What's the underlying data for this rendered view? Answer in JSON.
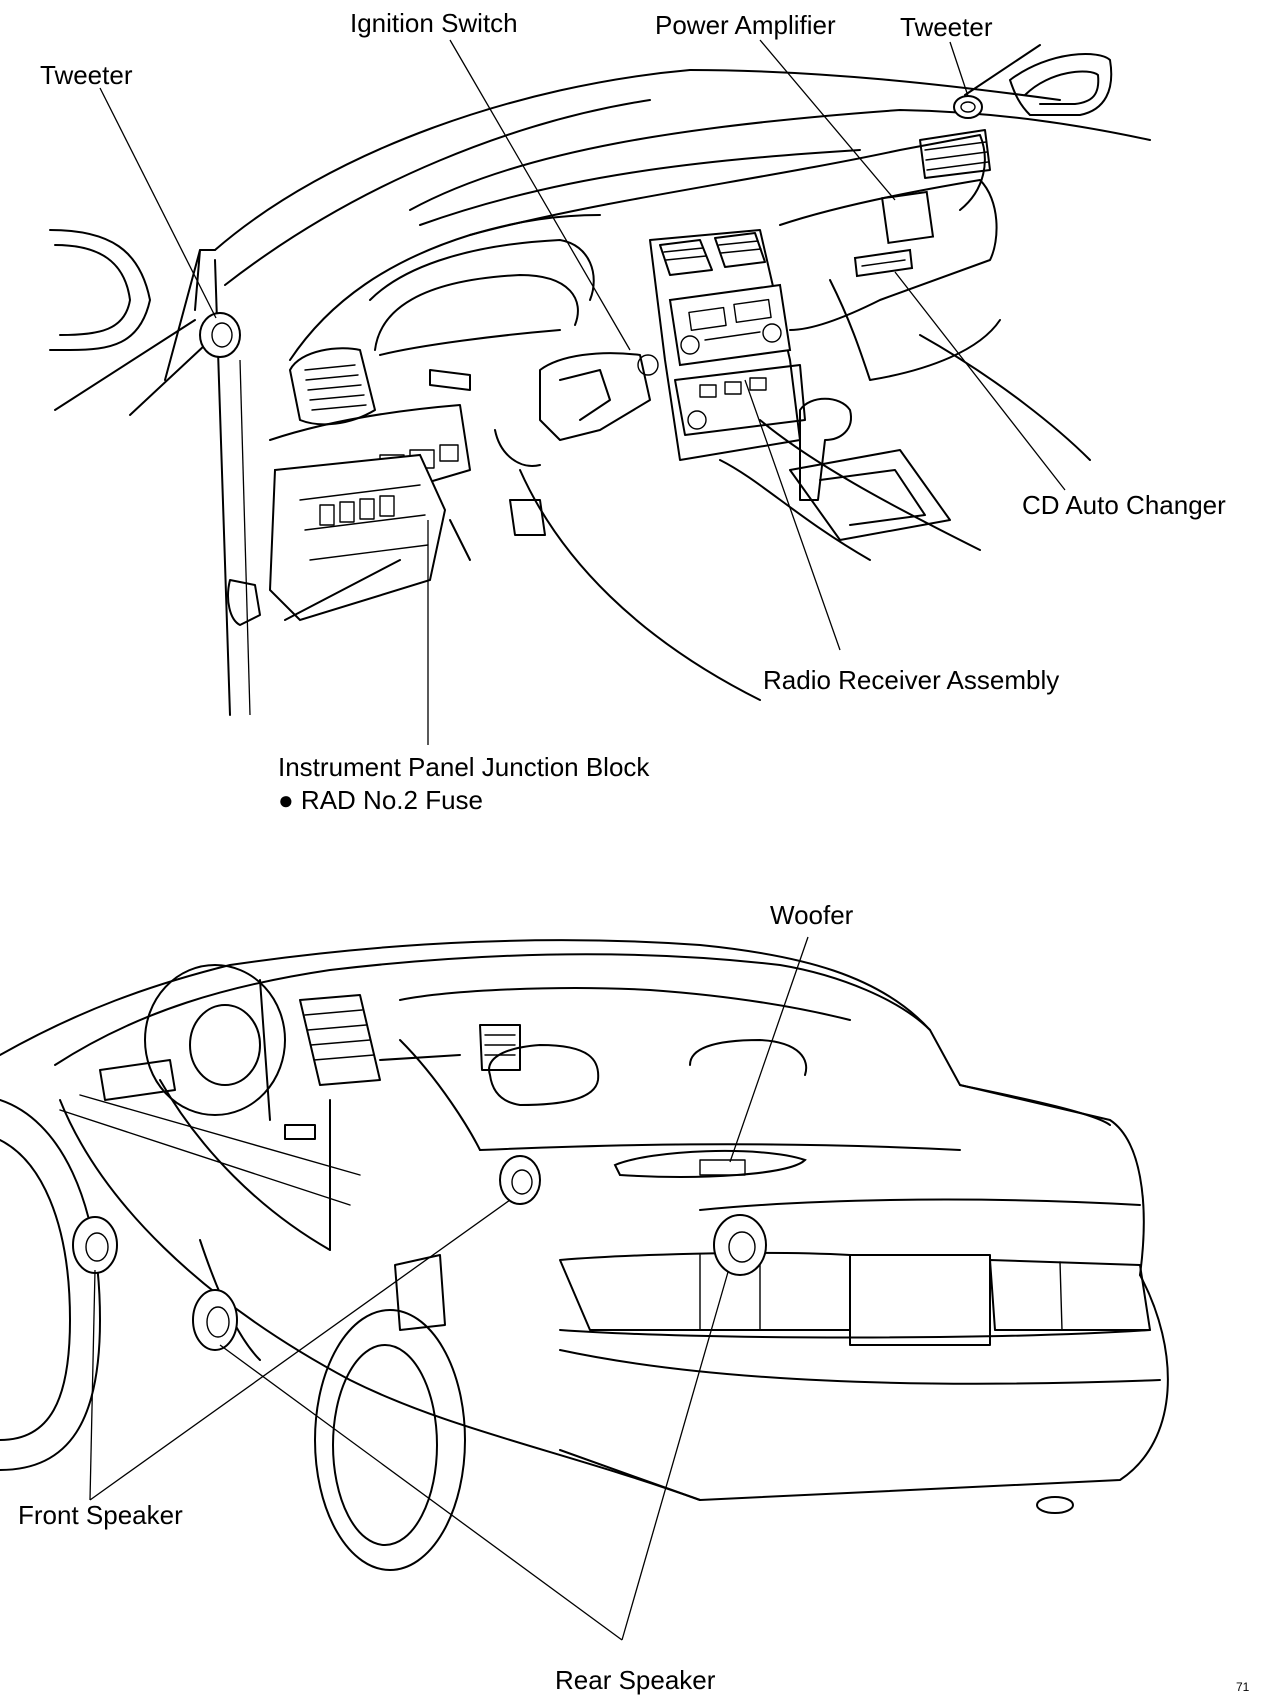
{
  "labels": {
    "ignition_switch": "Ignition Switch",
    "power_amplifier": "Power Amplifier",
    "tweeter_right": "Tweeter",
    "tweeter_left": "Tweeter",
    "cd_auto_changer": "CD Auto Changer",
    "radio_receiver": "Radio Receiver Assembly",
    "junction_block": "Instrument Panel Junction Block",
    "rad_fuse": "● RAD No.2 Fuse",
    "woofer": "Woofer",
    "front_speaker": "Front Speaker",
    "rear_speaker": "Rear Speaker",
    "figure_code": "71"
  },
  "colors": {
    "line": "#000000",
    "background": "#ffffff"
  }
}
